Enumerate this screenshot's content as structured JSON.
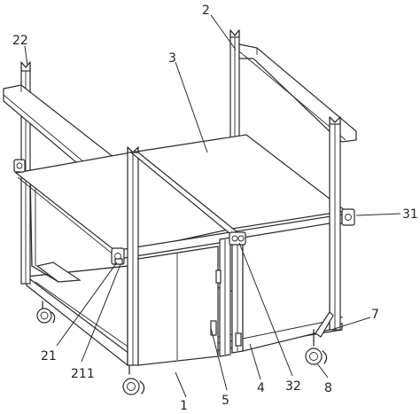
{
  "callouts": {
    "c1": "1",
    "c2": "2",
    "c3": "3",
    "c4": "4",
    "c5": "5",
    "c7": "7",
    "c8": "8",
    "c21": "21",
    "c22": "22",
    "c31": "31",
    "c32": "32",
    "c211": "211"
  }
}
